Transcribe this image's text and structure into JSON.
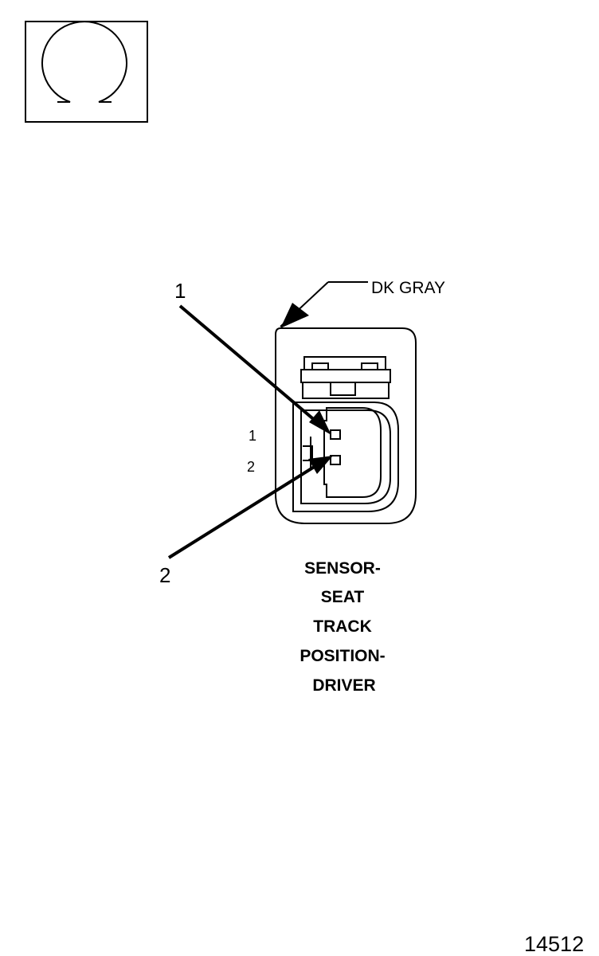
{
  "symbol": {
    "icon": "ohm-icon"
  },
  "connector": {
    "color_label": "DK GRAY",
    "title_lines": [
      "SENSOR-",
      "SEAT",
      "TRACK",
      "POSITION-",
      "DRIVER"
    ]
  },
  "callouts": [
    "1",
    "2"
  ],
  "pin_numbers": [
    "1",
    "2"
  ],
  "figure_number": "14512"
}
